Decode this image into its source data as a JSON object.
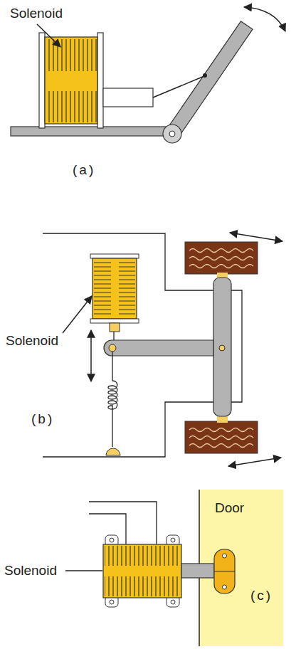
{
  "diagram": {
    "nodes": [
      {
        "text": [
          "Door"
        ]
      }
    ],
    "labels": [
      "Solenoid",
      "(a)",
      "Solenoid",
      "(b)",
      "Solenoid",
      "(c)"
    ]
  }
}
